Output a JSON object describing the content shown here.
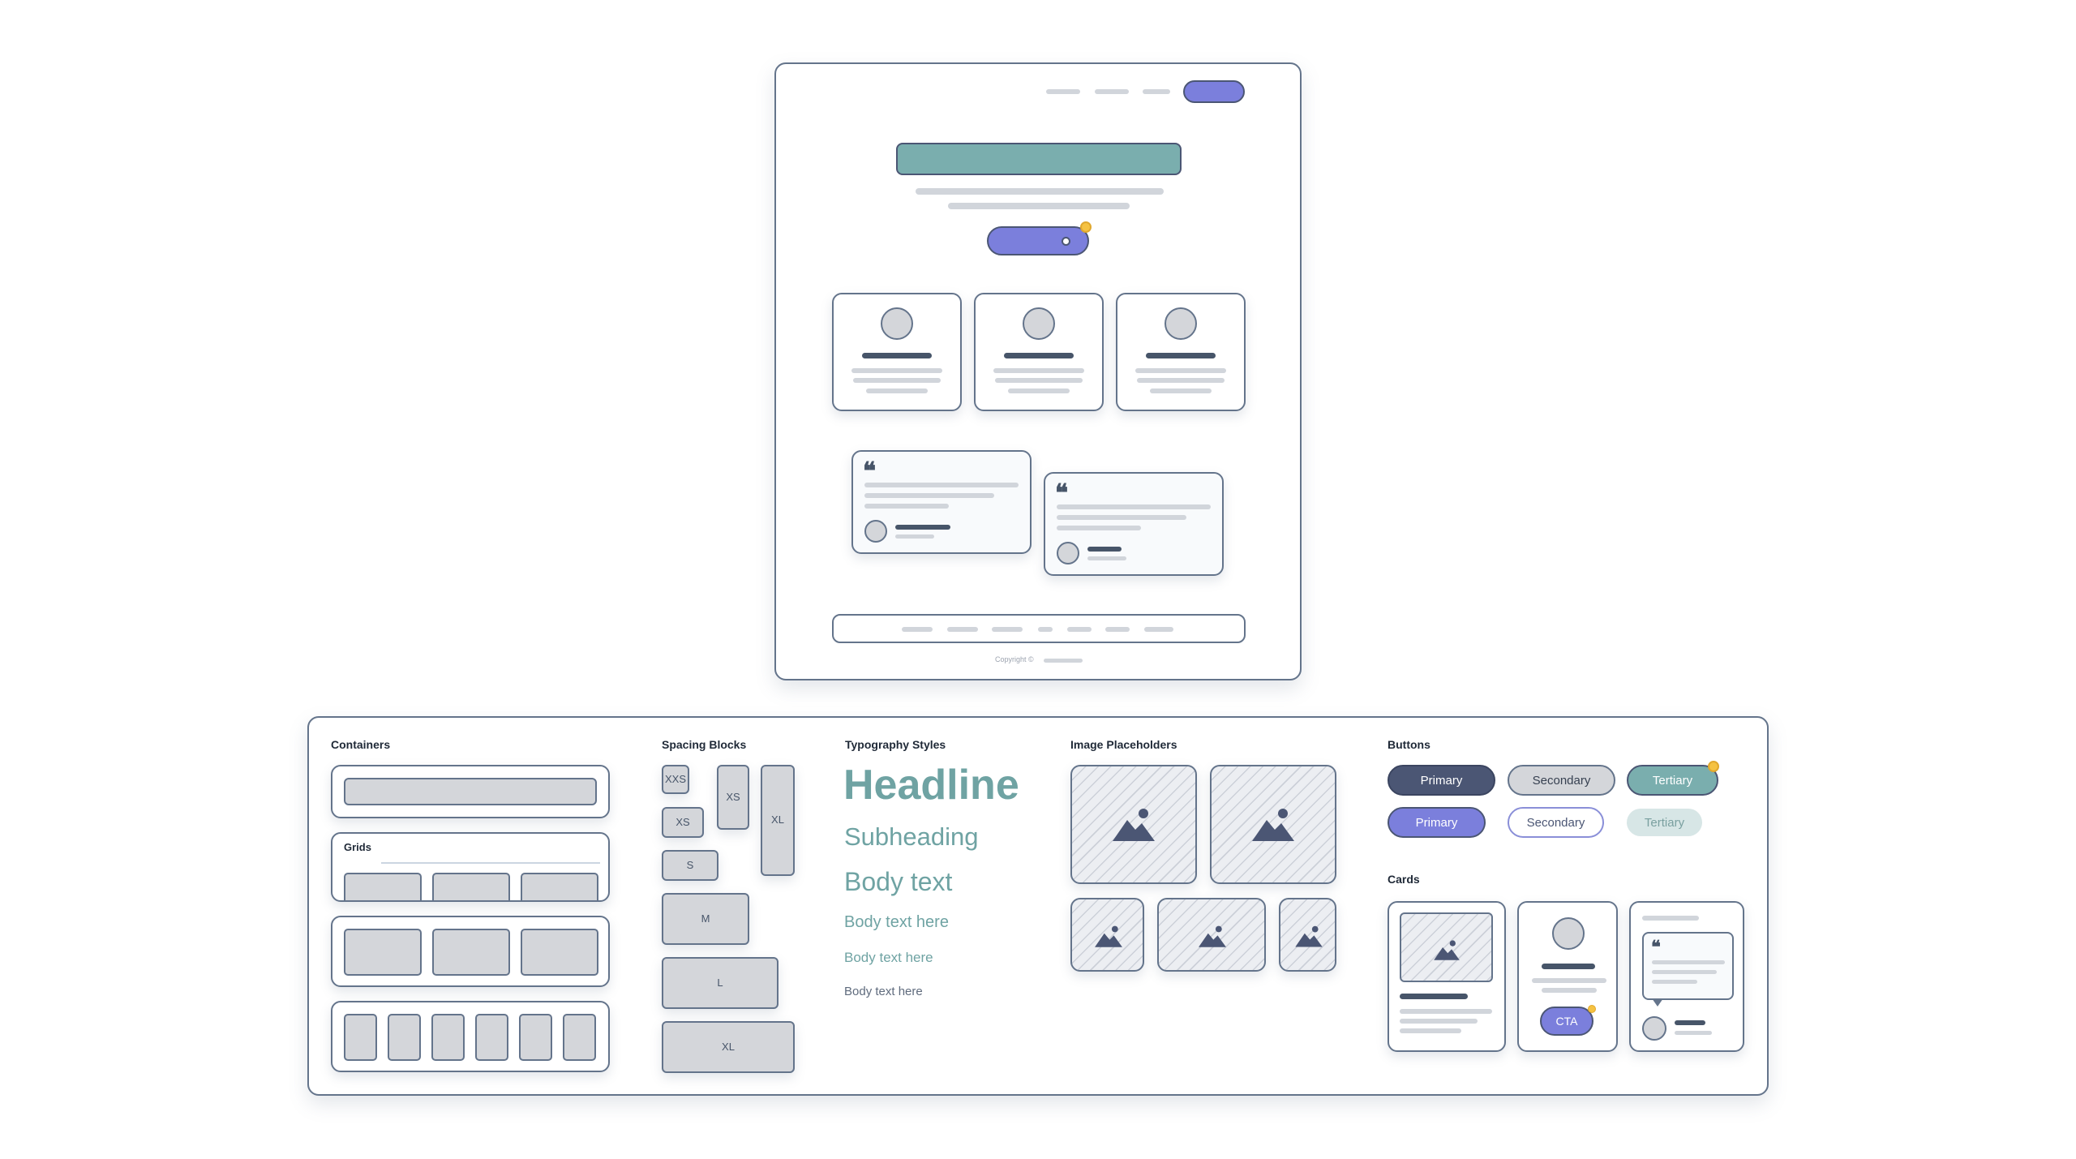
{
  "wireframe": {
    "footer_copyright": "Copyright ©",
    "quote_mark": "❝"
  },
  "library": {
    "containers": {
      "title": "Containers",
      "grids_label": "Grids"
    },
    "spacing": {
      "title": "Spacing Blocks",
      "blocks": [
        "XXS",
        "XS",
        "XS",
        "S",
        "M",
        "L",
        "XL",
        "XL"
      ]
    },
    "typography": {
      "title": "Typography Styles",
      "headline": "Headline",
      "subheading": "Subheading",
      "body1": "Body text",
      "body2": "Body text here",
      "body3": "Body text here",
      "body4": "Body text here"
    },
    "images": {
      "title": "Image Placeholders"
    },
    "buttons": {
      "title": "Buttons",
      "row1": [
        "Primary",
        "Secondary",
        "Tertiary"
      ],
      "row2": [
        "Primary",
        "Secondary",
        "Tertiary"
      ]
    },
    "cards": {
      "title": "Cards",
      "cta": "CTA"
    }
  },
  "colors": {
    "teal": "#7aaeae",
    "purple": "#7b7fdc",
    "slate": "#4b5674",
    "outline": "#64748b",
    "fill": "#d4d6da",
    "badge": "#f5c242"
  }
}
